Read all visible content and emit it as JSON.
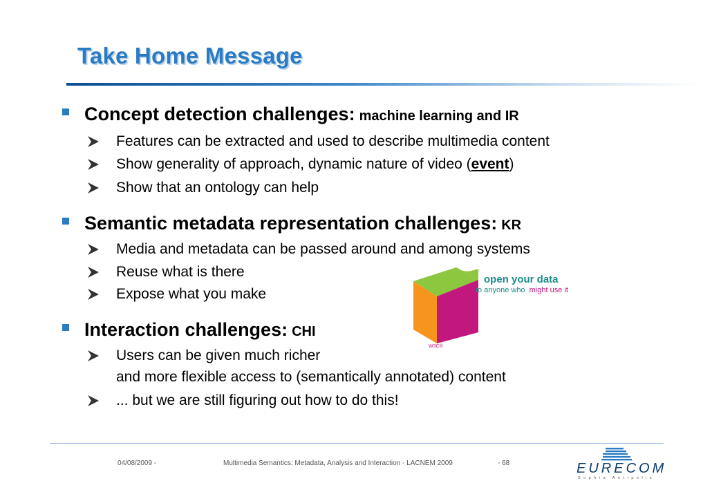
{
  "slide": {
    "title": "Take Home Message",
    "sections": [
      {
        "heading": "Concept detection challenges:",
        "suffix": "machine learning and IR",
        "items": [
          "Features can be extracted and used to describe multimedia content",
          "Show generality of approach, dynamic nature of video (",
          "Show that an ontology can help"
        ],
        "event_word": "event",
        "event_close": ")"
      },
      {
        "heading": "Semantic metadata representation challenges:",
        "suffix": "KR",
        "items": [
          "Media and metadata can be passed around and among systems",
          "Reuse what is there",
          "Expose what you make"
        ]
      },
      {
        "heading": "Interaction challenges:",
        "suffix": "CHI",
        "items": [
          "Users can be given much richer",
          "... but we are still figuring out how to do this!"
        ],
        "continuation": "and more flexible access to (semantically annotated) content"
      }
    ],
    "logo": {
      "line1": "open your data",
      "line2a": "to anyone who",
      "line2b": "might use it",
      "badge": "W3C®",
      "colors": {
        "green": "#8dc63f",
        "orange": "#f7941d",
        "magenta": "#c2187d",
        "teal": "#1b8c8c"
      }
    }
  },
  "footer": {
    "date": "04/08/2009 -",
    "caption": "Multimedia Semantics: Metadata, Analysis and Interaction - LACNEM 2009",
    "page": "- 68",
    "brand": "EURECOM",
    "tagline": "Sophia Antipolis"
  },
  "colors": {
    "accent": "#2a7bc4",
    "rule": "#0a4f93"
  }
}
